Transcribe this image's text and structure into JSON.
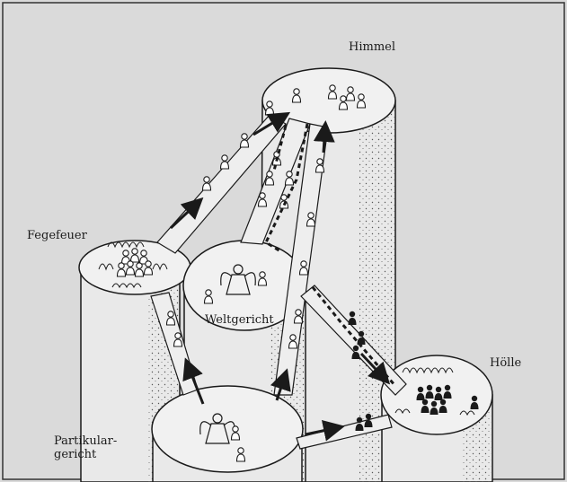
{
  "labels": {
    "heaven": "Himmel",
    "purgatory": "Fegefeuer",
    "last_judgment": "Weltgericht",
    "hell": "Hölle",
    "particular_judgment_line1": "Partikular-",
    "particular_judgment_line2": "gericht"
  },
  "colors": {
    "background": "#dadada",
    "ink": "#1a1a1a",
    "column_fill": "#e9e9e9",
    "top_fill": "#f1f1f1",
    "frame": "#333333"
  },
  "icons": [
    "soul-figure-icon",
    "angel-icon",
    "flame-icon",
    "arrow-icon"
  ]
}
